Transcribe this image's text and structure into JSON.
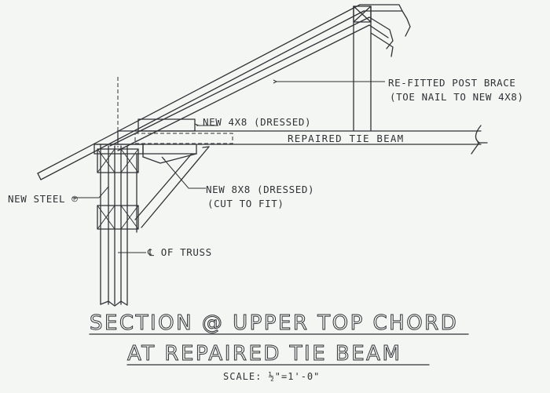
{
  "labels": {
    "post_brace_line1": "RE-FITTED POST BRACE",
    "post_brace_line2": "(TOE NAIL TO NEW 4X8)",
    "new_4x8": "NEW 4X8 (DRESSED)",
    "tie_beam": "REPAIRED TIE BEAM",
    "steel_plate": "NEW STEEL ℗",
    "new_8x8_line1": "NEW 8X8 (DRESSED)",
    "new_8x8_line2": "(CUT TO FIT)",
    "truss_centerline": "℄ OF TRUSS"
  },
  "title": {
    "line1": "SECTION @ UPPER TOP CHORD",
    "line2": "AT REPAIRED TIE BEAM",
    "scale": "SCALE: ½\"=1'-0\""
  },
  "colors": {
    "ink": "#2f3236",
    "paper": "#f4f6f3"
  }
}
